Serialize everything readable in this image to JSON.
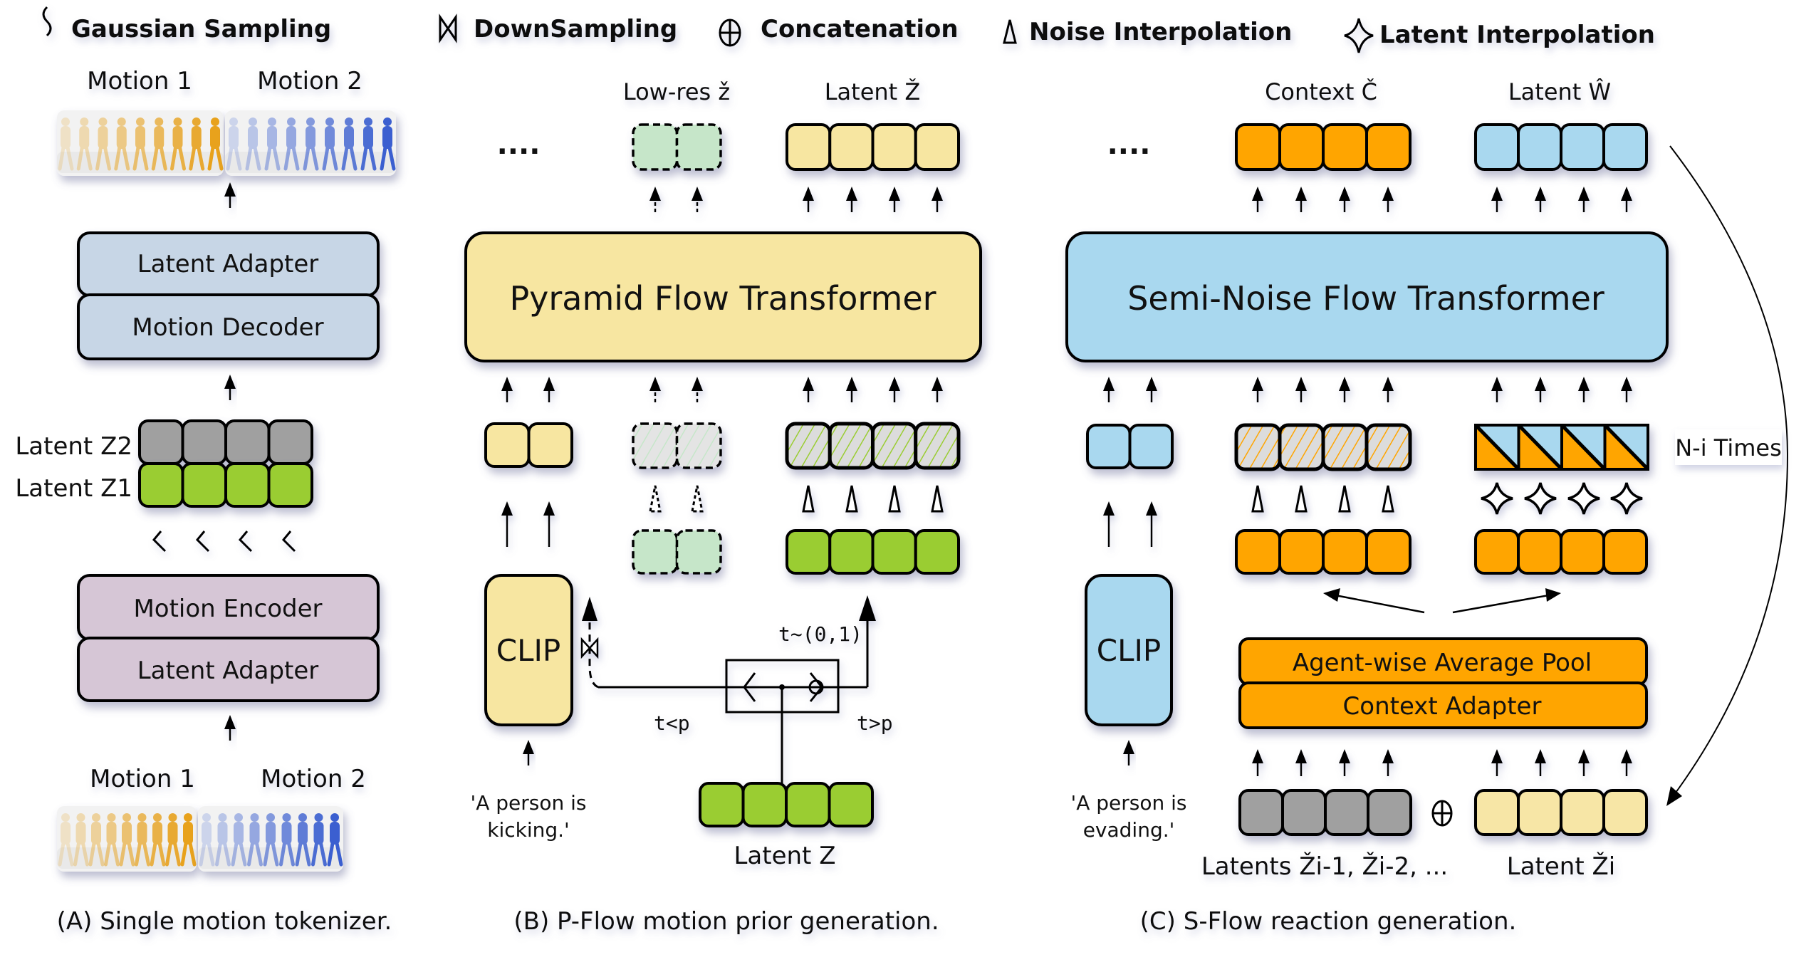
{
  "legend": [
    {
      "icon": "gaussian-sampling-icon",
      "symbol": "∿",
      "label": "Gaussian Sampling"
    },
    {
      "icon": "downsampling-icon",
      "symbol": "⋈",
      "label": "DownSampling"
    },
    {
      "icon": "concatenation-icon",
      "symbol": "⊕",
      "label": "Concatenation"
    },
    {
      "icon": "noise-interpolation-icon",
      "symbol": "Δ",
      "label": "Noise Interpolation"
    },
    {
      "icon": "latent-interpolation-icon",
      "symbol": "✧",
      "label": "Latent Interpolation"
    }
  ],
  "colors": {
    "yellow": "#f7e6a1",
    "light_yellow": "#f7e6a6",
    "green": "#9acd32",
    "light_green": "#c6e6c9",
    "gray": "#a0a0a0",
    "orange": "#ffa500",
    "light_blue": "#a9d8ef",
    "steel_blue": "#c7d6e6",
    "mauve": "#d6c6d6"
  },
  "panel_a": {
    "top_motion_labels": [
      "Motion 1",
      "Motion 2"
    ],
    "decoder_stack": [
      "Latent Adapter",
      "Motion Decoder"
    ],
    "latent_rows": [
      {
        "label": "Latent Z2",
        "color": "gray",
        "tokens": 4
      },
      {
        "label": "Latent Z1",
        "color": "green",
        "tokens": 4
      }
    ],
    "encoder_stack": [
      "Motion Encoder",
      "Latent Adapter"
    ],
    "bottom_motion_labels": [
      "Motion 1",
      "Motion 2"
    ],
    "caption": "(A) Single motion tokenizer."
  },
  "panel_b": {
    "ellipsis": "....",
    "outputs": [
      {
        "label": "Low-res ž",
        "tokens": 2,
        "style": "dashed-light-green"
      },
      {
        "label": "Latent Ž",
        "tokens": 4,
        "style": "yellow"
      }
    ],
    "transformer": "Pyramid Flow Transformer",
    "clip": "CLIP",
    "prompt": [
      "'A person is",
      "kicking.'"
    ],
    "sampler": "t~(0,1)",
    "branch_left": "t<p",
    "branch_right": "t>p",
    "input_label": "Latent Z",
    "caption": "(B) P-Flow motion prior generation."
  },
  "panel_c": {
    "ellipsis": "....",
    "outputs": [
      {
        "label": "Context Č",
        "tokens": 4,
        "style": "orange"
      },
      {
        "label": "Latent Ŵ",
        "tokens": 4,
        "style": "light-blue"
      }
    ],
    "transformer": "Semi-Noise Flow Transformer",
    "loop_label": "N-i Times",
    "clip": "CLIP",
    "prompt": [
      "'A person is",
      "evading.'"
    ],
    "adapter_stack": [
      "Agent-wise Average Pool",
      "Context Adapter"
    ],
    "inputs": [
      {
        "label": "Latents Ži-1, Ži-2, ...",
        "tokens": 4,
        "style": "gray"
      },
      {
        "label": "Latent Ži",
        "tokens": 4,
        "style": "light-yellow"
      }
    ],
    "caption": "(C) S-Flow reaction generation."
  }
}
